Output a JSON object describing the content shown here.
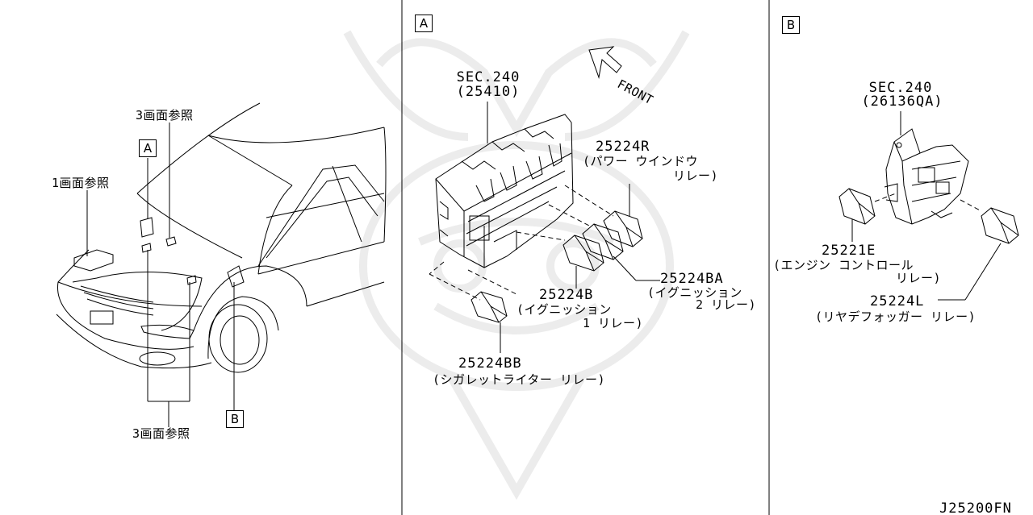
{
  "left_panel": {
    "ref_1": "1画面参照",
    "ref_3_top": "3画面参照",
    "ref_3_bottom": "3画面参照",
    "box_a": "A",
    "box_b": "B"
  },
  "panel_a": {
    "section_box": "A",
    "sec_label": "SEC.240",
    "sec_code": "(25410)",
    "front_label": "FRONT",
    "parts": [
      {
        "num": "25224R",
        "desc1": "(パワー ウインドウ",
        "desc2": "リレー)"
      },
      {
        "num": "25224BA",
        "desc1": "(イグニッション",
        "desc2": "2 リレー)"
      },
      {
        "num": "25224B",
        "desc1": "(イグニッション",
        "desc2": "1 リレー)"
      },
      {
        "num": "25224BB",
        "desc1": "(シガレットライター リレー)"
      }
    ]
  },
  "panel_b": {
    "section_box": "B",
    "sec_label": "SEC.240",
    "sec_code": "(26136QA)",
    "parts": [
      {
        "num": "25221E",
        "desc1": "(エンジン コントロール",
        "desc2": "リレー)"
      },
      {
        "num": "25224L",
        "desc1": "(リヤデフォッガー リレー)"
      }
    ]
  },
  "diagram_id": "J25200FN",
  "colors": {
    "ink": "#000000",
    "watermark": "#ececec",
    "background": "#ffffff"
  }
}
